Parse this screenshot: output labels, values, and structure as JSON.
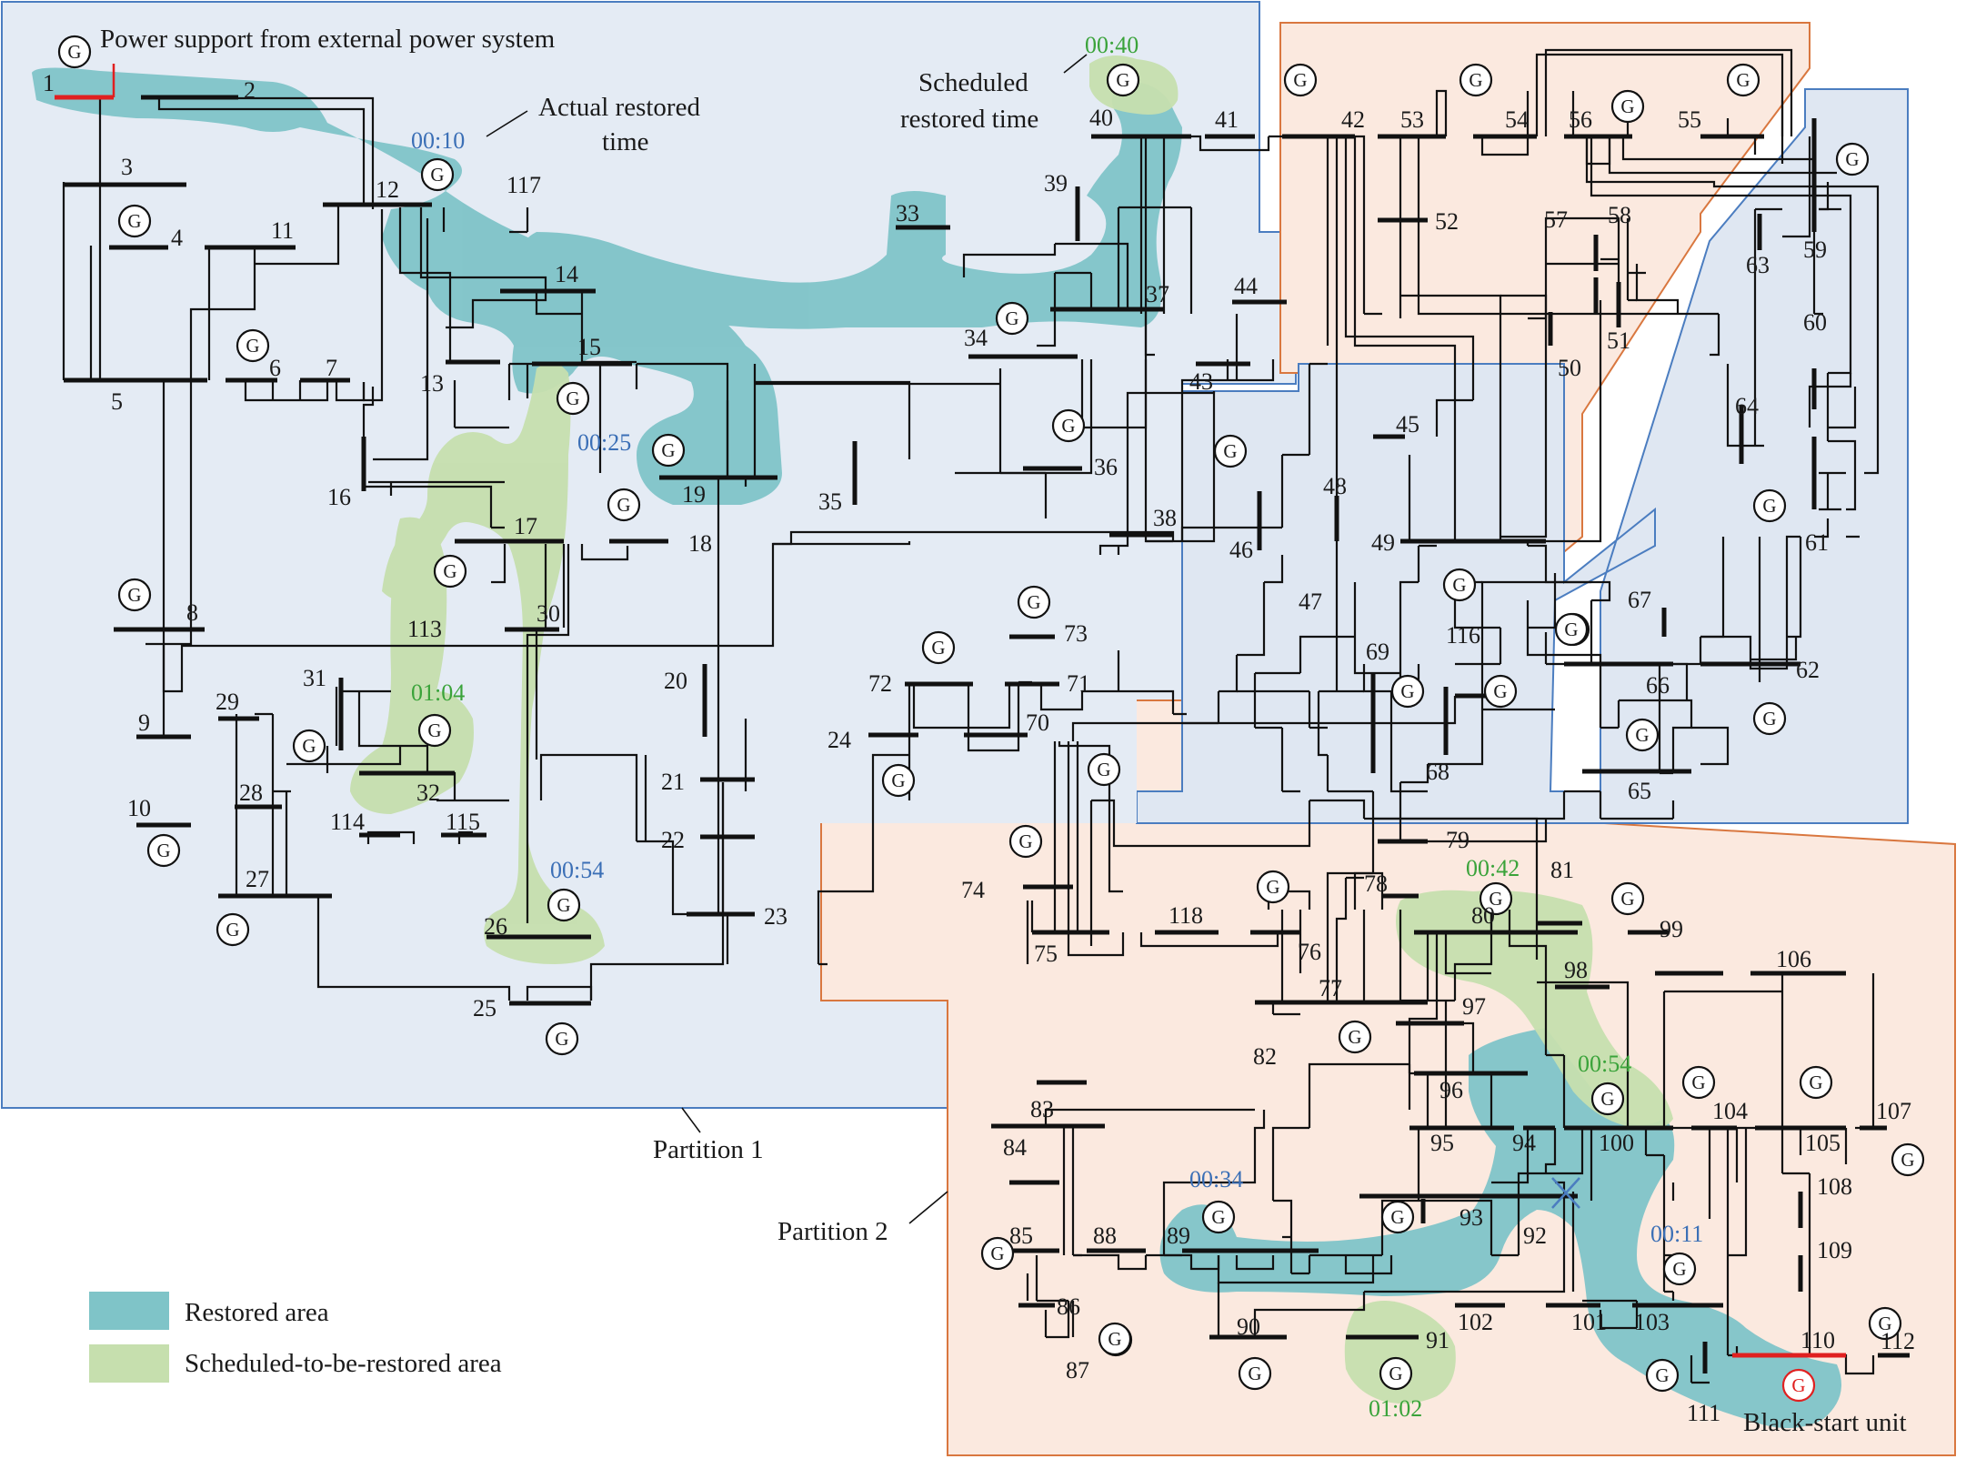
{
  "labels": {
    "top_note": "Power support from external power system",
    "actual_time": "Actual restored",
    "actual_time2": "time",
    "scheduled_time": "Scheduled",
    "scheduled_time2": "restored time",
    "partition1": "Partition 1",
    "partition2": "Partition 2",
    "black_start": "Black-start unit",
    "gen_symbol": "G"
  },
  "legend": {
    "restored": "Restored area",
    "scheduled": "Scheduled-to-be-restored area"
  },
  "colors": {
    "restored": "#7fc4c8",
    "scheduled": "#c6dfae",
    "partition1_fill": "#e4ebf4",
    "partition1_border": "#4b7dc0",
    "partition2_fill": "#fbe9df",
    "partition2_border": "#d9773f",
    "time_actual": "#3b6fb6",
    "time_scheduled": "#3aa33a",
    "ext_bus": "#e02020"
  },
  "times": {
    "t0010": "00:10",
    "t0040": "00:40",
    "t0025": "00:25",
    "t0104": "01:04",
    "t0054a": "00:54",
    "t0042": "00:42",
    "t0054b": "00:54",
    "t0034": "00:34",
    "t0011": "00:11",
    "t0102": "01:02"
  },
  "buses": {
    "b1": "1",
    "b2": "2",
    "b3": "3",
    "b4": "4",
    "b5": "5",
    "b6": "6",
    "b7": "7",
    "b8": "8",
    "b9": "9",
    "b10": "10",
    "b11": "11",
    "b12": "12",
    "b13": "13",
    "b14": "14",
    "b15": "15",
    "b16": "16",
    "b17": "17",
    "b18": "18",
    "b19": "19",
    "b20": "20",
    "b21": "21",
    "b22": "22",
    "b23": "23",
    "b24": "24",
    "b25": "25",
    "b26": "26",
    "b27": "27",
    "b28": "28",
    "b29": "29",
    "b30": "30",
    "b31": "31",
    "b32": "32",
    "b33": "33",
    "b34": "34",
    "b35": "35",
    "b36": "36",
    "b37": "37",
    "b38": "38",
    "b39": "39",
    "b40": "40",
    "b41": "41",
    "b42": "42",
    "b43": "43",
    "b44": "44",
    "b45": "45",
    "b46": "46",
    "b47": "47",
    "b48": "48",
    "b49": "49",
    "b50": "50",
    "b51": "51",
    "b52": "52",
    "b53": "53",
    "b54": "54",
    "b55": "55",
    "b56": "56",
    "b57": "57",
    "b58": "58",
    "b59": "59",
    "b60": "60",
    "b61": "61",
    "b62": "62",
    "b63": "63",
    "b64": "64",
    "b65": "65",
    "b66": "66",
    "b67": "67",
    "b68": "68",
    "b69": "69",
    "b70": "70",
    "b71": "71",
    "b72": "72",
    "b73": "73",
    "b74": "74",
    "b75": "75",
    "b76": "76",
    "b77": "77",
    "b78": "78",
    "b79": "79",
    "b80": "80",
    "b81": "81",
    "b82": "82",
    "b83": "83",
    "b84": "84",
    "b85": "85",
    "b86": "86",
    "b87": "87",
    "b88": "88",
    "b89": "89",
    "b90": "90",
    "b91": "91",
    "b92": "92",
    "b93": "93",
    "b94": "94",
    "b95": "95",
    "b96": "96",
    "b97": "97",
    "b98": "98",
    "b99": "99",
    "b100": "100",
    "b101": "101",
    "b102": "102",
    "b103": "103",
    "b104": "104",
    "b105": "105",
    "b106": "106",
    "b107": "107",
    "b108": "108",
    "b109": "109",
    "b110": "110",
    "b111": "111",
    "b112": "112",
    "b113": "113",
    "b114": "114",
    "b115": "115",
    "b116": "116",
    "b117": "117",
    "b118": "118"
  }
}
